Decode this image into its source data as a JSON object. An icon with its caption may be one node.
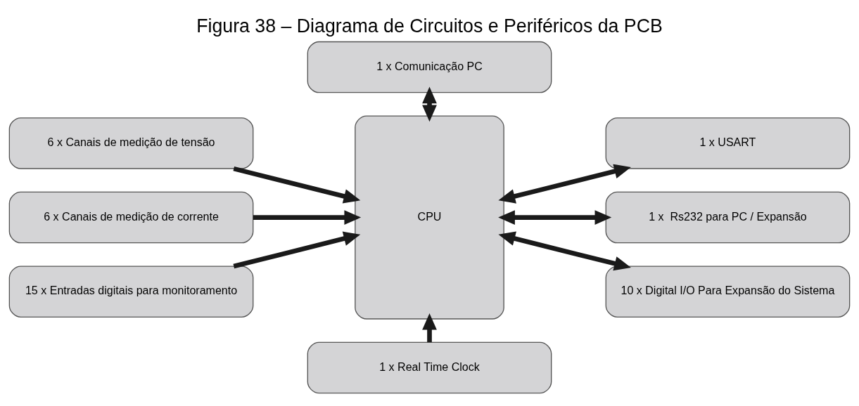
{
  "diagram": {
    "title": "Figura 38 – Diagrama de Circuitos e Periféricos da PCB",
    "nodes": [
      {
        "text": [
          "1 x Comunicação PC"
        ]
      },
      {
        "text": [
          "6 x Canais de medição de tensão"
        ]
      },
      {
        "text": [
          "CPU"
        ]
      },
      {
        "text": [
          "1 x USART"
        ]
      },
      {
        "text": [
          "6 x Canais de medição de corrente"
        ]
      },
      {
        "text": [
          "1 x  Rs232 para PC / Expansão"
        ]
      },
      {
        "text": [
          "15 x Entradas digitais para monitoramento"
        ]
      },
      {
        "text": [
          "10 x Digital I/O Para Expansão do Sistema"
        ]
      },
      {
        "text": [
          "1 x Real Time Clock"
        ]
      }
    ],
    "edges": [
      {
        "from": 0,
        "to": 2,
        "arrow": "both"
      },
      {
        "from": 1,
        "to": 2,
        "arrow": "to"
      },
      {
        "from": 2,
        "to": 3,
        "arrow": "both"
      },
      {
        "from": 4,
        "to": 2,
        "arrow": "to"
      },
      {
        "from": 2,
        "to": 5,
        "arrow": "both"
      },
      {
        "from": 6,
        "to": 2,
        "arrow": "to"
      },
      {
        "from": 2,
        "to": 7,
        "arrow": "both"
      },
      {
        "from": 8,
        "to": 2,
        "arrow": "to"
      }
    ]
  }
}
